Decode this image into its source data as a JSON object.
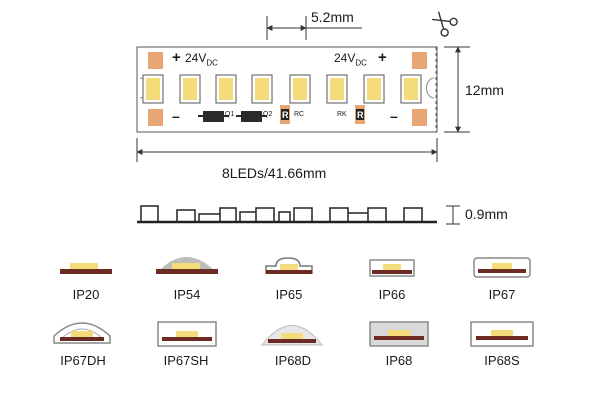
{
  "dimensions": {
    "pitch": "5.2mm",
    "width": "12mm",
    "segment": "8LEDs/41.66mm",
    "thickness": "0.9mm"
  },
  "strip": {
    "voltage_left": "24V",
    "voltage_right": "24V",
    "voltage_sub": "DC",
    "plus": "+",
    "minus": "–",
    "labels": [
      "Q1",
      "Q2",
      "RC",
      "RK"
    ],
    "resistor_mark": "R"
  },
  "icons": {
    "cut": "scissors-icon"
  },
  "colors": {
    "pad": "#e8a574",
    "led_yellow": "#f5dc7a",
    "base_brown": "#6b2a22",
    "silicone_grey": "#bdbdbd",
    "line": "#333333"
  },
  "ip_ratings": [
    {
      "label": "IP20"
    },
    {
      "label": "IP54"
    },
    {
      "label": "IP65"
    },
    {
      "label": "IP66"
    },
    {
      "label": "IP67"
    },
    {
      "label": "IP67DH"
    },
    {
      "label": "IP67SH"
    },
    {
      "label": "IP68D"
    },
    {
      "label": "IP68"
    },
    {
      "label": "IP68S"
    }
  ]
}
